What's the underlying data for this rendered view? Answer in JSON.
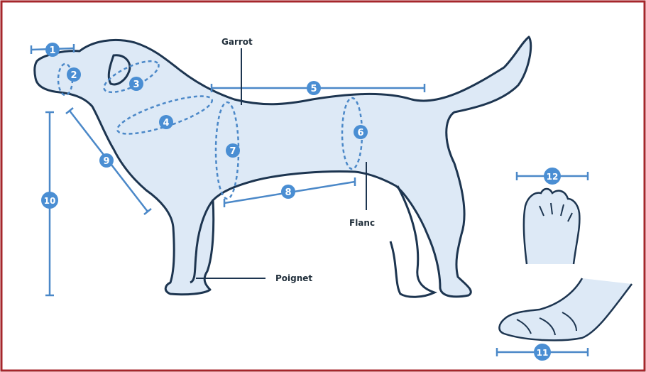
{
  "colors": {
    "border": "#a5262b",
    "body_fill": "#dde9f6",
    "outline": "#1d3550",
    "measure": "#4b88c8",
    "badge": "#4a8ed3",
    "label_text": "#22303c"
  },
  "labels": {
    "garrot": "Garrot",
    "flanc": "Flanc",
    "poignet": "Poignet"
  },
  "badges": {
    "b1": "1",
    "b2": "2",
    "b3": "3",
    "b4": "4",
    "b5": "5",
    "b6": "6",
    "b7": "7",
    "b8": "8",
    "b9": "9",
    "b10": "10",
    "b11": "11",
    "b12": "12"
  }
}
